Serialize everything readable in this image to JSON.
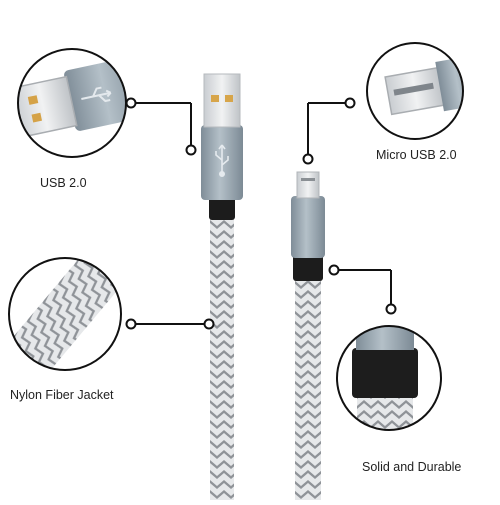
{
  "labels": {
    "usb": "USB 2.0",
    "micro": "Micro USB 2.0",
    "nylon": "Nylon Fiber Jacket",
    "solid": "Solid and Durable"
  },
  "colors": {
    "braid_light": "#e4e6e8",
    "braid_dark": "#8e9296",
    "connector_metal": "#9aa7b1",
    "plug_black": "#1d1d1d",
    "callout_line": "#111111"
  },
  "icons": {
    "usb_symbol": "usb-icon"
  }
}
